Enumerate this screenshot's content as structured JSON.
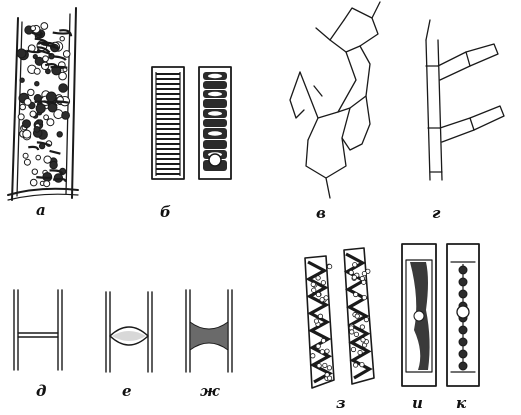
{
  "figure": {
    "panels": [
      {
        "id": "a",
        "label": "а",
        "description_icon": "cell-with-chloroplast-network-icon"
      },
      {
        "id": "b",
        "label": "б",
        "description_icon": "cell-with-band-chloroplasts-icon"
      },
      {
        "id": "v",
        "label": "в",
        "description_icon": "branched-filament-icon"
      },
      {
        "id": "g",
        "label": "г",
        "description_icon": "branched-filament-icon"
      },
      {
        "id": "d",
        "label": "д",
        "description_icon": "filament-cell-septum-icon"
      },
      {
        "id": "e",
        "label": "е",
        "description_icon": "filament-cell-septum-icon"
      },
      {
        "id": "zh",
        "label": "ж",
        "description_icon": "filament-cell-septum-icon"
      },
      {
        "id": "z",
        "label": "з",
        "description_icon": "spiral-chloroplast-cells-icon"
      },
      {
        "id": "i",
        "label": "и",
        "description_icon": "cell-with-axial-chloroplast-icon"
      },
      {
        "id": "k",
        "label": "к",
        "description_icon": "cell-with-bead-chain-icon"
      }
    ],
    "colors": {
      "ink": "#1a1a1a",
      "background": "#ffffff",
      "fill_dark": "#2b2b2b",
      "fill_mid": "#6a6a6a"
    }
  }
}
